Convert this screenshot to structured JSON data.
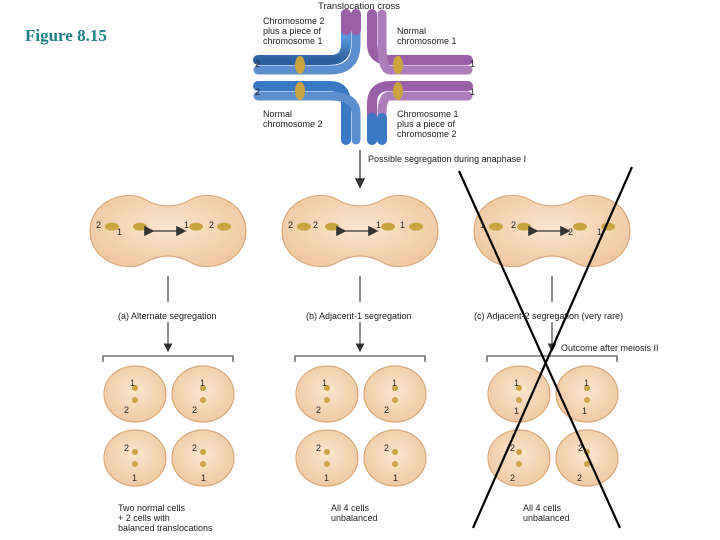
{
  "figure_title": "Figure 8.15",
  "cross": {
    "title": "Translocation cross",
    "label_top_left": "Chromosome 2\nplus a piece of\nchromosome 1",
    "label_top_right": "Normal\nchromosome 1",
    "label_bottom_left": "Normal\nchromosome 2",
    "label_bottom_right": "Chromosome 1\nplus a piece of\nchromosome 2",
    "arm_left_top": "2",
    "arm_left_bottom": "2",
    "arm_right_top": "1",
    "arm_right_bottom": "1"
  },
  "anaphase_label": "Possible segregation during anaphase I",
  "outcome_label": "Outcome after meiosis II",
  "cell_labels": {
    "a": [
      "2",
      "1",
      "1",
      "2"
    ],
    "b": [
      "2",
      "2",
      "1",
      "1"
    ],
    "c": [
      "1",
      "2",
      "2",
      "1"
    ]
  },
  "gamete_numbers": {
    "a": [
      "1",
      "1",
      "2",
      "2",
      "2",
      "2",
      "1",
      "1"
    ],
    "b": [
      "1",
      "1",
      "2",
      "2",
      "2",
      "2",
      "1",
      "1"
    ],
    "c": [
      "1",
      "1",
      "1",
      "1",
      "2",
      "2",
      "2",
      "2"
    ]
  },
  "segregation": {
    "a": "(a) Alternate segregation",
    "b": "(b) Adjacent-1 segregation",
    "c": "(c) Adjacent-2 segregation (very rare)"
  },
  "results": {
    "a": "Two normal cells\n+ 2 cells with\nbalanced translocations",
    "b": "All 4 cells\nunbalanced",
    "c": "All 4 cells\nunbalanced"
  },
  "colors": {
    "blue": "#3b78c4",
    "purple": "#9a5fa8",
    "cell": "#f3d4b2",
    "cell_edge": "#d9a877",
    "centromere": "#c9a441",
    "arrow": "#333333",
    "cross_mark": "#000000"
  }
}
